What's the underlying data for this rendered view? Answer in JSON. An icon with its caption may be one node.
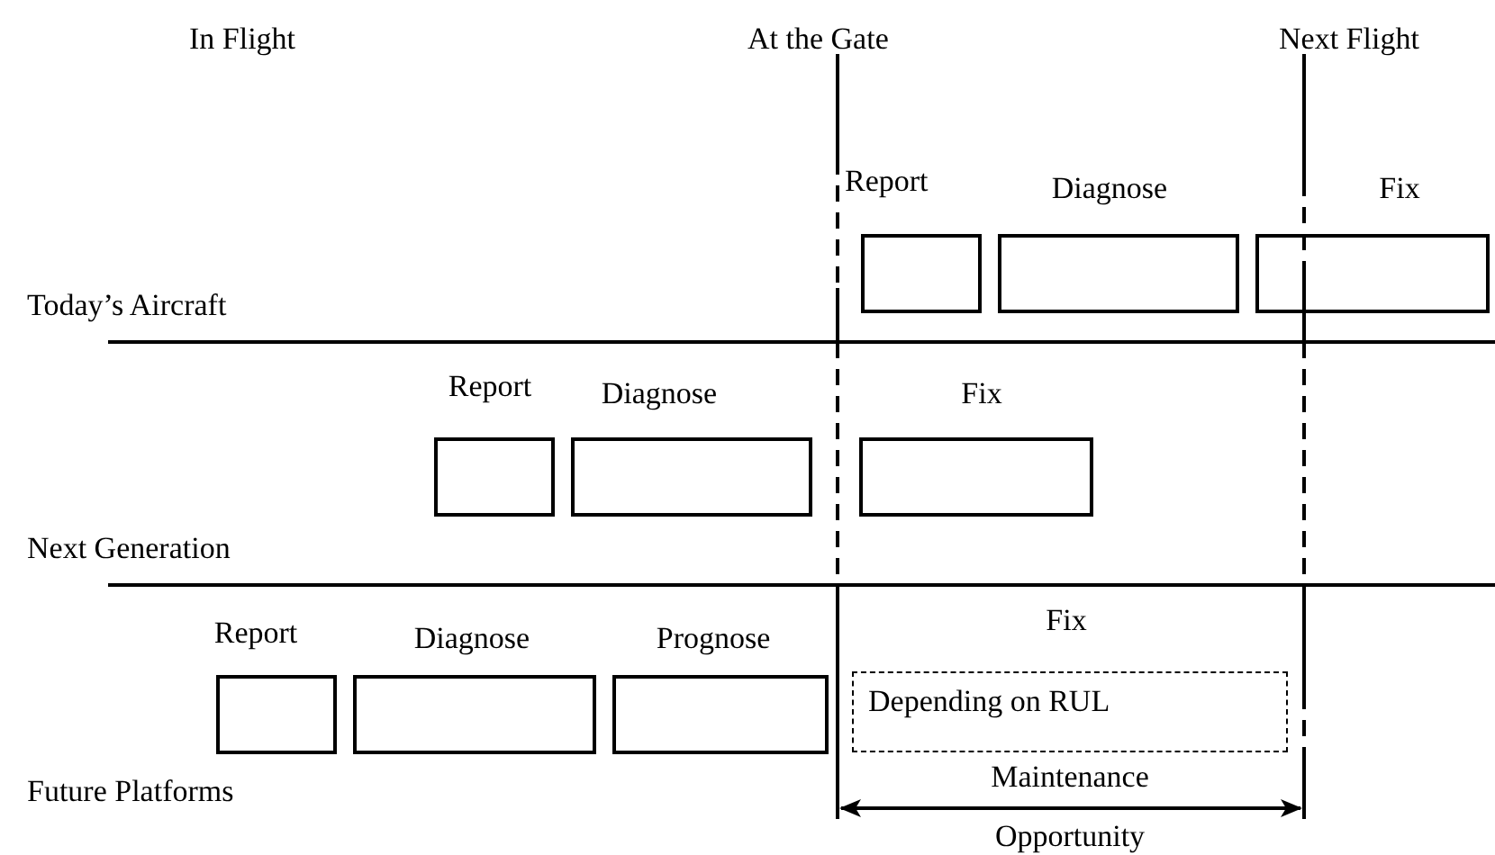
{
  "diagram": {
    "nodes": [
      {
        "text": [
          "Report"
        ]
      },
      {
        "text": [
          "Diagnose"
        ]
      },
      {
        "text": [
          "Fix"
        ]
      },
      {
        "text": [
          "Report"
        ]
      },
      {
        "text": [
          "Diagnose"
        ]
      },
      {
        "text": [
          "Fix"
        ]
      },
      {
        "text": [
          "Report"
        ]
      },
      {
        "text": [
          "Diagnose"
        ]
      },
      {
        "text": [
          "Prognose"
        ]
      },
      {
        "text": [
          "Fix",
          "Depending on RUL"
        ]
      }
    ],
    "edges": [],
    "labels": [
      "In Flight",
      "At the Gate",
      "Next Flight",
      "Today’s Aircraft",
      "Next Generation",
      "Future Platforms",
      "Maintenance",
      "Opportunity"
    ]
  }
}
